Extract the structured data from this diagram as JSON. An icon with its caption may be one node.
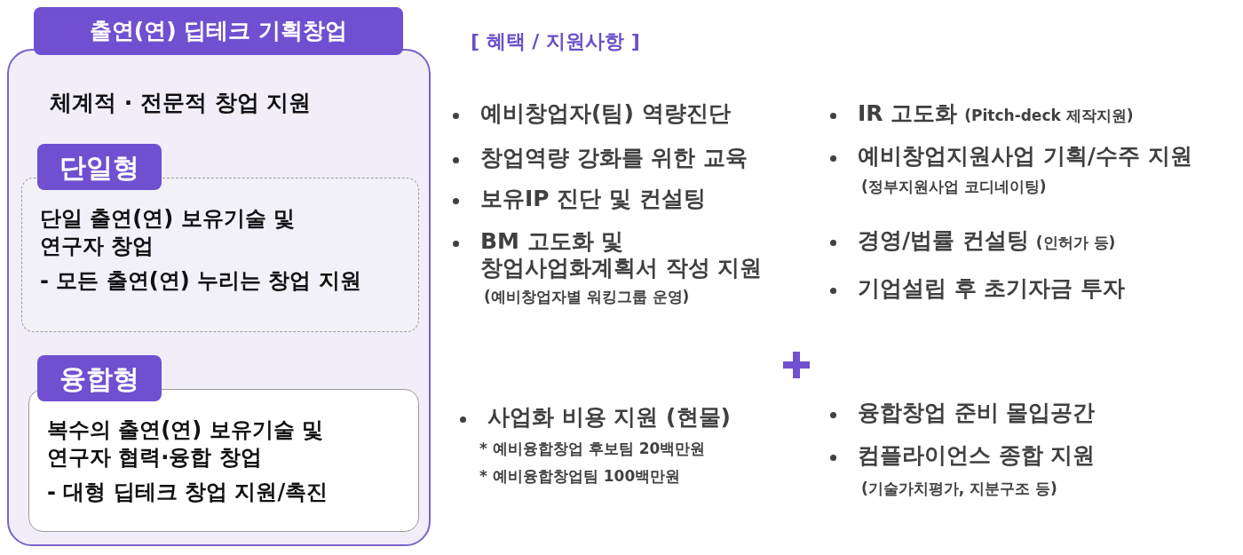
{
  "diagram": {
    "nodes": [
      {
        "text": [
          "출연(연) 딥테크 기획창업"
        ]
      },
      {
        "text": [
          "체계적 · 전문적 창업 지원"
        ]
      },
      {
        "text": [
          "단일형"
        ],
        "in": 1
      },
      {
        "text": [
          "단일 출연(연) 보유기술 및 연구자 창업",
          "- 모든 출연(연) 누리는 창업 지원"
        ],
        "in": 1
      },
      {
        "text": [
          "융합형"
        ],
        "in": 1
      },
      {
        "text": [
          "복수의 출연(연) 보유기술 및 연구자 협력·융합 창업",
          "- 대형 딥테크 창업 지원/촉진"
        ],
        "in": 1
      }
    ],
    "labels": [
      "[ 혜택 / 지원사항 ]",
      "예비창업자(팀) 역량진단",
      "창업역량 강화를 위한 교육",
      "보유IP 진단 및 컨설팅",
      "BM 고도화 및 창업사업화계획서 작성 지원",
      "(예비창업자별 워킹그룹 운영)",
      "IR 고도화",
      "(Pitch-deck 제작지원)",
      "예비창업지원사업 기획/수주 지원",
      "(정부지원사업 코디네이팅)",
      "경영/법률 컨설팅",
      "(인허가 등)",
      "기업설립 후 초기자금 투자",
      "사업화 비용 지원 (현물)",
      "* 예비융합창업 후보팀 20백만원",
      "* 예비융합창업팀 100백만원",
      "융합창업 준비 몰입공간",
      "컴플라이언스 종합 지원",
      "(기술가치평가, 지분구조 등)"
    ]
  }
}
